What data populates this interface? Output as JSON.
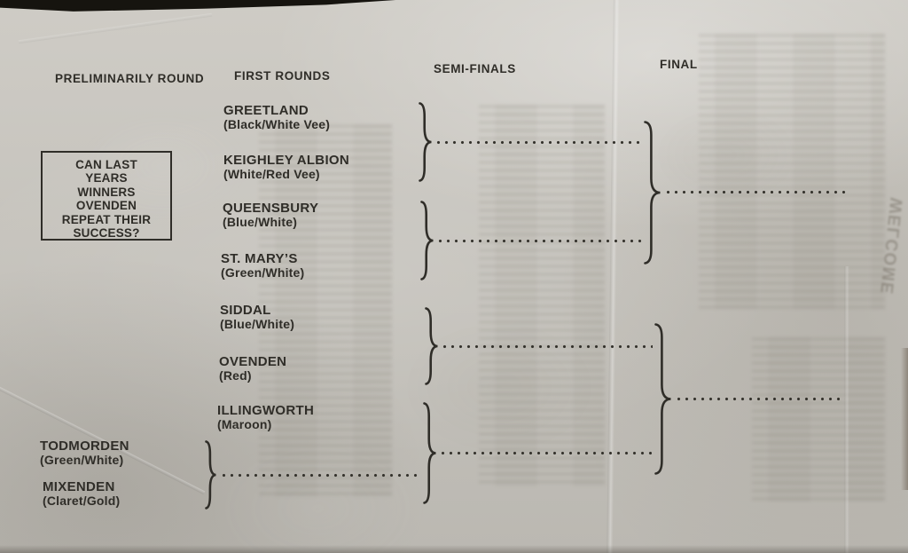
{
  "colors": {
    "paper": "#c9c6bf",
    "ink": "#2f2d28",
    "photo_edge": "#16140f"
  },
  "headers": {
    "preliminary_round": "PRELIMINARILY ROUND",
    "first_rounds": "FIRST ROUNDS",
    "semi_finals": "SEMI-FINALS",
    "final": "FINAL"
  },
  "note_box": {
    "lines": [
      "CAN LAST",
      "YEARS",
      "WINNERS",
      "OVENDEN",
      "REPEAT THEIR",
      "SUCCESS?"
    ]
  },
  "preliminary_round_teams": [
    {
      "name": "TODMORDEN",
      "colours": "(Green/White)"
    },
    {
      "name": "MIXENDEN",
      "colours": "(Claret/Gold)"
    }
  ],
  "first_round_teams": [
    {
      "name": "GREETLAND",
      "colours": "(Black/White Vee)"
    },
    {
      "name": "KEIGHLEY ALBION",
      "colours": "(White/Red Vee)"
    },
    {
      "name": "QUEENSBURY",
      "colours": "(Blue/White)"
    },
    {
      "name": "ST. MARY’S",
      "colours": "(Green/White)"
    },
    {
      "name": "SIDDAL",
      "colours": "(Blue/White)"
    },
    {
      "name": "OVENDEN",
      "colours": "(Red)"
    },
    {
      "name": "ILLINGWORTH",
      "colours": "(Maroon)"
    }
  ],
  "showthrough": {
    "reverse_page_word": "WELCOME"
  }
}
